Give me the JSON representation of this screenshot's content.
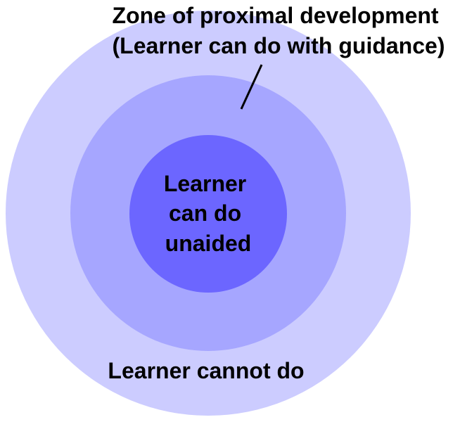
{
  "diagram": {
    "colors": {
      "outer_circle": "#ccccff",
      "middle_circle": "#a6a6ff",
      "inner_circle": "#6c66ff",
      "text": "#000000",
      "pointer_line": "#000000",
      "background": "#ffffff"
    },
    "zone_label": {
      "line1": "Zone of proximal development",
      "line2": "(Learner can do with guidance)"
    },
    "inner_label": {
      "line1": "Learner",
      "line2": "can do",
      "line3": "unaided"
    },
    "outer_label": "Learner cannot do"
  }
}
